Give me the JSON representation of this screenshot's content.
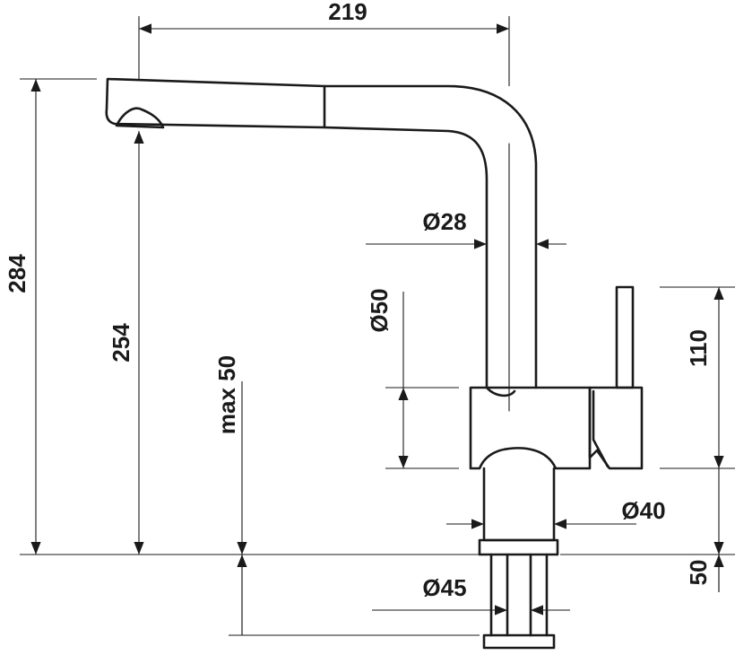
{
  "dimensions": {
    "width": "219",
    "height_total": "284",
    "height_spout": "254",
    "counter_max": "max 50",
    "diameter_spout": "Ø28",
    "diameter_body": "Ø50",
    "lever_height": "110",
    "diameter_base": "Ø40",
    "base_height": "50",
    "diameter_hole": "Ø45"
  },
  "colors": {
    "ink": "#1a1a1a",
    "background": "#ffffff"
  }
}
